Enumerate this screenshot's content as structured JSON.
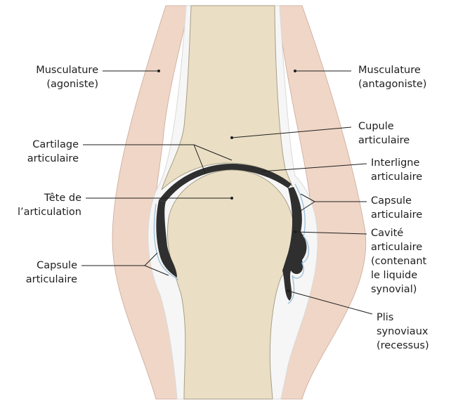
{
  "labels": {
    "muscle_left": "Musculature\n(agoniste)",
    "muscle_right": "Musculature\n(antagoniste)",
    "cupule": "Cupule\narticulaire",
    "cartilage": "Cartilage\narticulaire",
    "interligne": "Interligne\narticulaire",
    "tete": "Tête de\nl’articulation",
    "capsule_right": "Capsule\narticulaire",
    "capsule_left": "Capsule\narticulaire",
    "cavite": "Cavité\narticulaire\n(contenant\nle liquide\nsynovial)",
    "plis": "Plis\nsynoviaux\n(recessus)"
  },
  "colors": {
    "bone": "#eadfc4",
    "bone_outline": "#a89e88",
    "muscle": "#f0d6c7",
    "muscle_outline": "#c9a999",
    "capsule": "#f6f6f6",
    "cavity": "#2f2f2f",
    "synovial_edge": "#9ec2dc",
    "line": "#1e1e1e"
  }
}
